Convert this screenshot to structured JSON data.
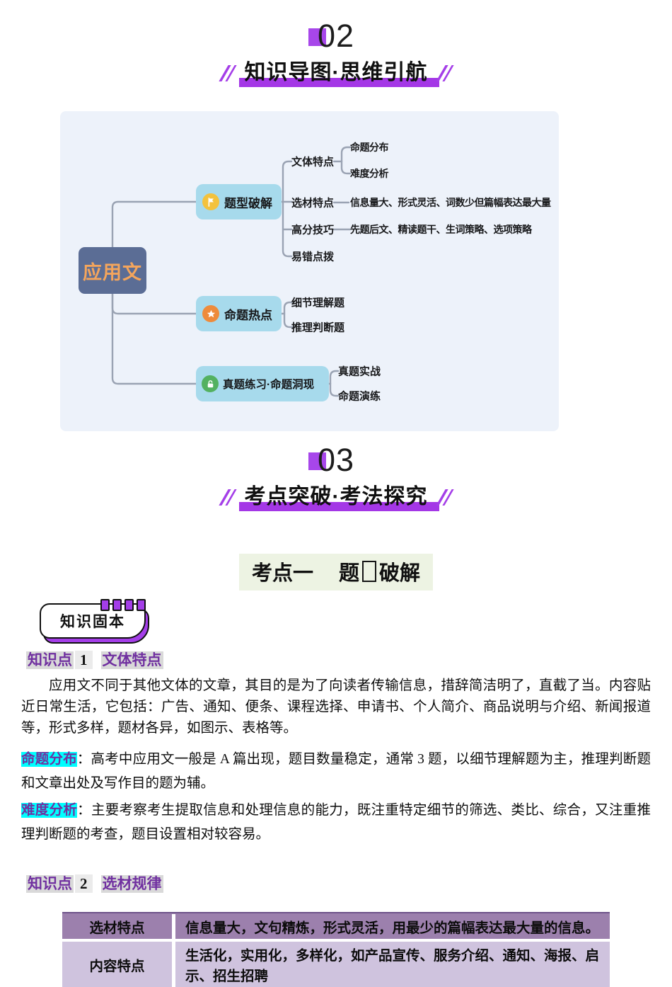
{
  "section02": {
    "number": "02",
    "title": "知识导图·思维引航"
  },
  "section03": {
    "number": "03",
    "title": "考点突破·考法探究"
  },
  "mindmap": {
    "root": "应用文",
    "branches": [
      {
        "label": "题型破解",
        "icon": "flag-icon",
        "children": [
          {
            "label": "文体特点",
            "children": [
              {
                "label": "命题分布"
              },
              {
                "label": "难度分析"
              }
            ]
          },
          {
            "label": "选材特点",
            "children": [
              {
                "label": "信息量大、形式灵活、词数少但篇幅表达最大量"
              }
            ]
          },
          {
            "label": "高分技巧",
            "children": [
              {
                "label": "先题后文、精读题干、生词策略、选项策略"
              }
            ]
          },
          {
            "label": "易错点拨",
            "children": []
          }
        ]
      },
      {
        "label": "命题热点",
        "icon": "star-icon",
        "children": [
          {
            "label": "细节理解题"
          },
          {
            "label": "推理判断题"
          }
        ]
      },
      {
        "label": "真题练习·命题洞现",
        "icon": "lock-icon",
        "children": [
          {
            "label": "真题实战"
          },
          {
            "label": "命题演练"
          }
        ]
      }
    ]
  },
  "exam": {
    "heading": {
      "part1": "考点一",
      "part2": "题",
      "part3": "破解"
    },
    "badge": "知识固本",
    "kp1": {
      "tag": "知识点",
      "num": "1",
      "title": "文体特点"
    },
    "intro": "应用文不同于其他文体的文章，其目的是为了向读者传输信息，措辞简洁明了，直截了当。内容贴近日常生活，它包括：广告、通知、便条、课程选择、申请书、个人简介、商品说明与介绍、新闻报道等，形式多样，题材各异，如图示、表格等。",
    "mingti": {
      "label": "命题分布",
      "colon": "：",
      "text": "高考中应用文一般是 A 篇出现，题目数量稳定，通常 3 题，以细节理解题为主，推理判断题和文章出处及写作目的题为辅。"
    },
    "nandu": {
      "label": "难度分析",
      "colon": "：",
      "text": "主要考察考生提取信息和处理信息的能力，既注重特定细节的筛选、类比、综合，又注重推理判断题的考查，题目设置相对较容易。"
    },
    "kp2": {
      "tag": "知识点",
      "num": "2",
      "title": "选材规律"
    },
    "table": {
      "rows": [
        {
          "head": "选材特点",
          "body": "信息量大，文句精炼，形式灵活，用最少的篇幅表达最大量的信息。"
        },
        {
          "head": "内容特点",
          "body": "生活化，实用化，多样化，如产品宣传、服务介绍、通知、海报、启示、招生招聘"
        }
      ]
    }
  },
  "colors": {
    "accent_purple": "#a437e6",
    "highlight_cyan": "#00ffff",
    "keyword_purple": "#7030a0",
    "mindmap_panel_bg": "#edf2fa",
    "root_node_bg": "#5b6d95",
    "root_node_text": "#f4a55c",
    "branch_node_bg": "#a7daec",
    "flag_icon_bg": "#f3c23d",
    "star_icon_bg": "#ee8b3b",
    "lock_icon_bg": "#53b160",
    "heading_green_bg": "#edf3e3",
    "table_row1_bg": "#9c80ad",
    "table_row2_bg": "#cfc3de"
  }
}
